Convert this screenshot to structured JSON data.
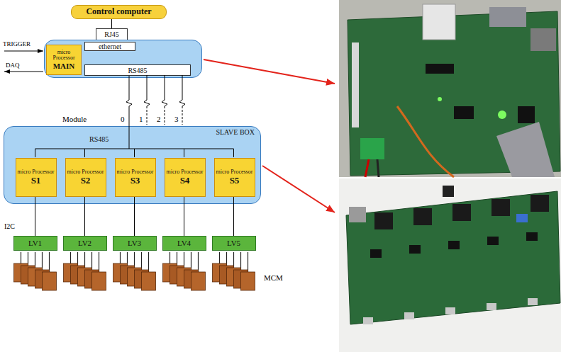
{
  "diagram": {
    "nodes": [
      {
        "text": [
          "Control computer"
        ]
      },
      {
        "text": [
          "RJ45"
        ]
      },
      {
        "text": []
      },
      {
        "text": [
          "ethernet"
        ],
        "in": 2
      },
      {
        "text": [
          "micro Processor",
          "MAIN"
        ],
        "in": 2
      },
      {
        "text": [
          "RS485"
        ],
        "in": 2
      },
      {
        "text": [
          "SLAVE BOX",
          "RS485"
        ]
      },
      {
        "text": [
          "micro Processor",
          "S1"
        ],
        "in": 6
      },
      {
        "text": [
          "micro Processor",
          "S2"
        ],
        "in": 6
      },
      {
        "text": [
          "micro Processor",
          "S3"
        ],
        "in": 6
      },
      {
        "text": [
          "micro Processor",
          "S4"
        ],
        "in": 6
      },
      {
        "text": [
          "micro Processor",
          "S5"
        ],
        "in": 6
      },
      {
        "text": [
          "LV1"
        ]
      },
      {
        "text": [
          "LV2"
        ]
      },
      {
        "text": [
          "LV3"
        ]
      },
      {
        "text": [
          "LV4"
        ]
      },
      {
        "text": [
          "LV5"
        ]
      }
    ],
    "edges": [
      {
        "from": 0,
        "to": 1,
        "arrow": "none"
      },
      {
        "from": 5,
        "to": 6,
        "arrow": "none"
      },
      {
        "from": 7,
        "to": 12,
        "arrow": "none"
      },
      {
        "from": 8,
        "to": 13,
        "arrow": "none"
      },
      {
        "from": 9,
        "to": 14,
        "arrow": "none"
      },
      {
        "from": 10,
        "to": 15,
        "arrow": "none"
      },
      {
        "from": 11,
        "to": 16,
        "arrow": "none"
      }
    ],
    "labels": [
      "TRIGGER",
      "DAQ",
      "Module",
      "0",
      "1",
      "2",
      "3",
      "I2C",
      "MCM"
    ]
  }
}
